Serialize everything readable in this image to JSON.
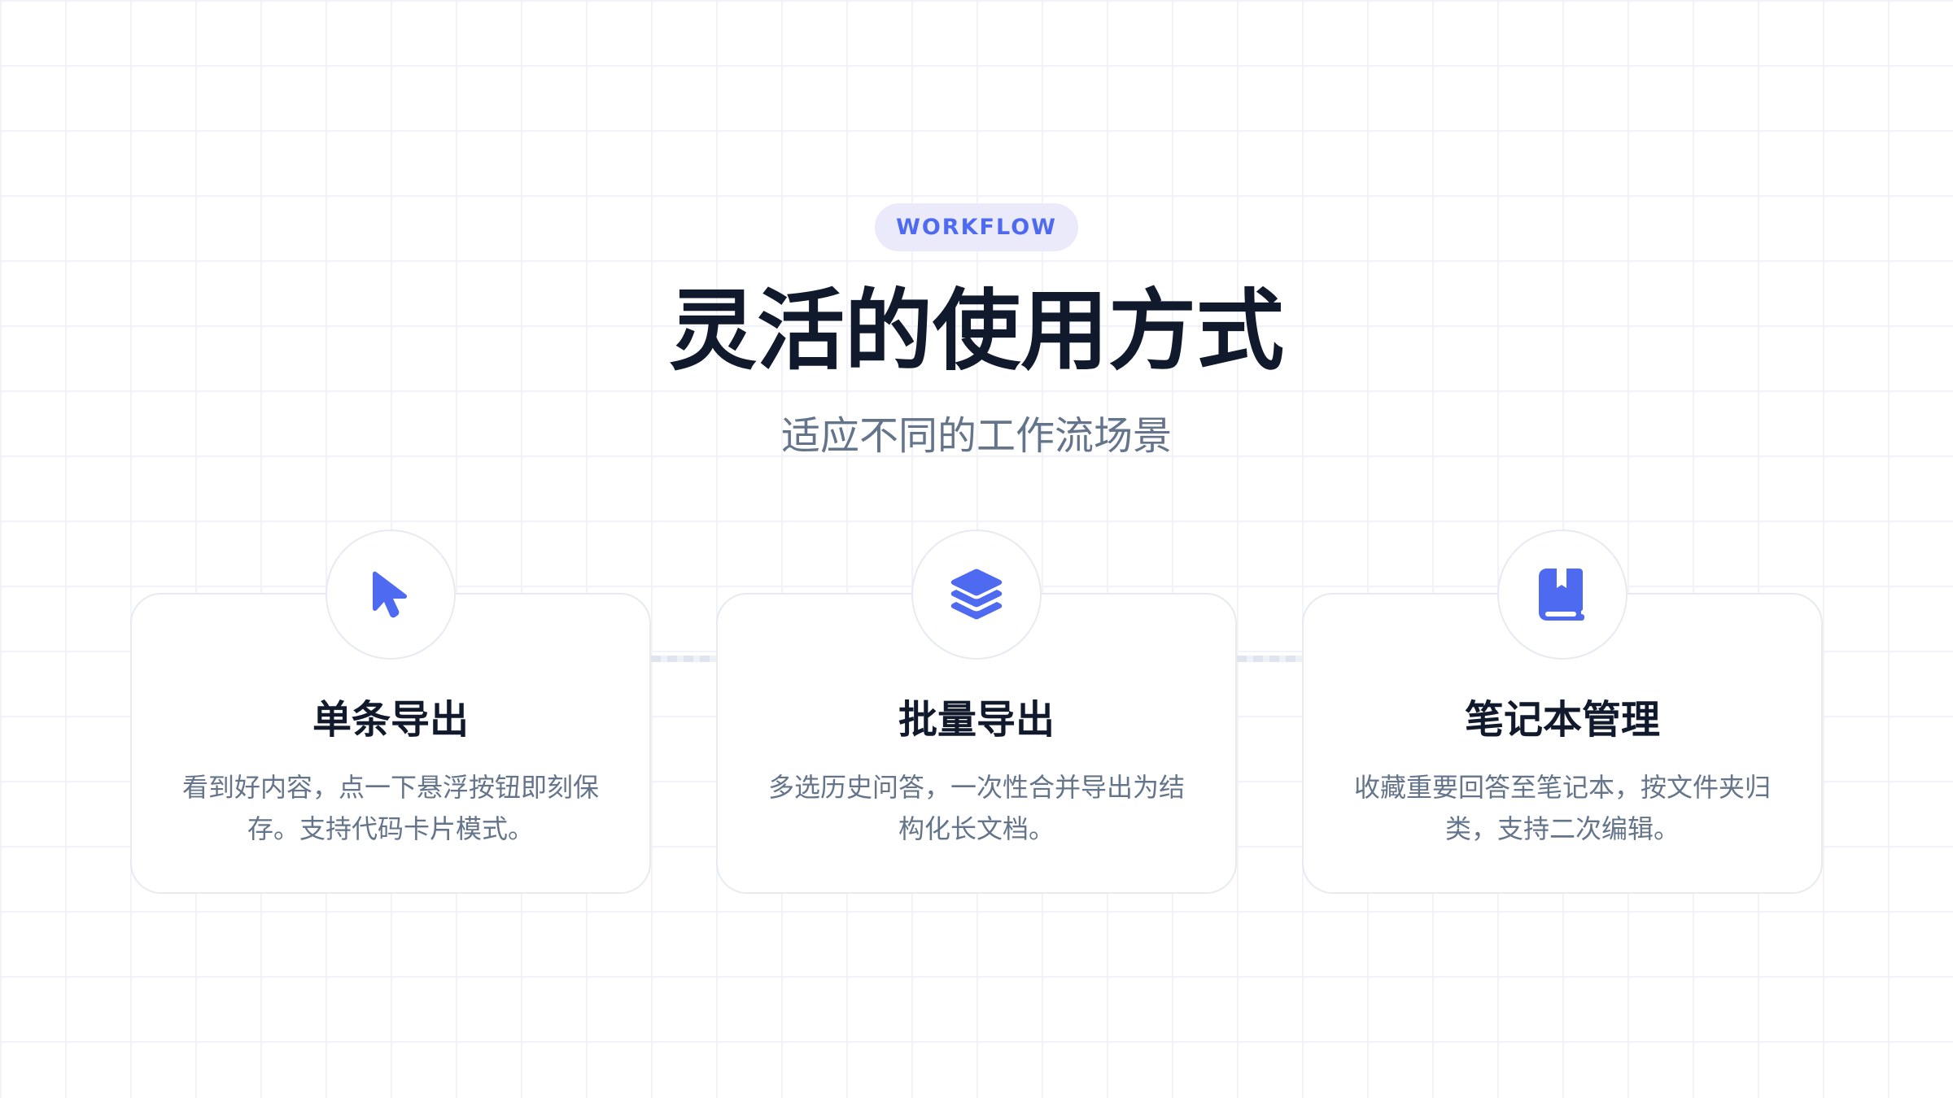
{
  "header": {
    "badge": "WORKFLOW",
    "title": "灵活的使用方式",
    "subtitle": "适应不同的工作流场景"
  },
  "colors": {
    "accent": "#4e6af0",
    "title": "#111a2c",
    "body_text": "#64748b",
    "badge_bg": "#eaeafb",
    "border": "#e6ebf2",
    "grid": "#f1f3f8"
  },
  "cards": [
    {
      "icon": "cursor-pointer-icon",
      "title": "单条导出",
      "description": "看到好内容，点一下悬浮按钮即刻保存。支持代码卡片模式。"
    },
    {
      "icon": "layers-icon",
      "title": "批量导出",
      "description": "多选历史问答，一次性合并导出为结构化长文档。"
    },
    {
      "icon": "book-bookmark-icon",
      "title": "笔记本管理",
      "description": "收藏重要回答至笔记本，按文件夹归类，支持二次编辑。"
    }
  ]
}
